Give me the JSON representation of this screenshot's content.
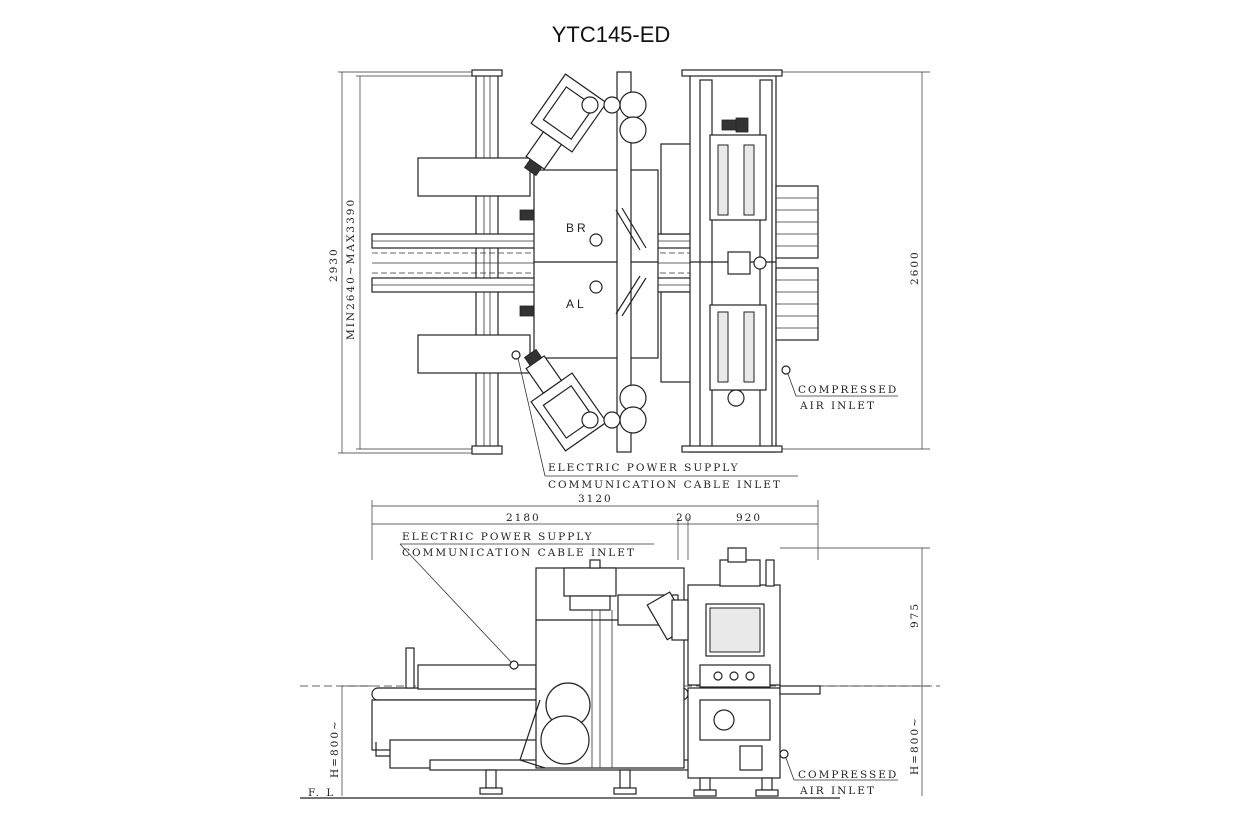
{
  "title": "YTC145-ED",
  "top_view": {
    "label_br": "BR",
    "label_al": "AL",
    "dim_height_total": "2930",
    "dim_height_range": "MIN2640~MAX3390",
    "dim_right": "2600",
    "compressed_air_line1": "COMPRESSED",
    "compressed_air_line2": "AIR INLET",
    "power_line1": "ELECTRIC POWER SUPPLY",
    "power_line2": "COMMUNICATION CABLE INLET"
  },
  "side_view": {
    "dim_total": "3120",
    "dim_left": "2180",
    "dim_mid": "20",
    "dim_right": "920",
    "dim_top_right": "975",
    "dim_h_left": "H=800~",
    "dim_h_right": "H=800~",
    "power_line1": "ELECTRIC POWER SUPPLY",
    "power_line2": "COMMUNICATION CABLE INLET",
    "compressed_air_line1": "COMPRESSED",
    "compressed_air_line2": "AIR INLET",
    "floor_label": "F. L"
  }
}
